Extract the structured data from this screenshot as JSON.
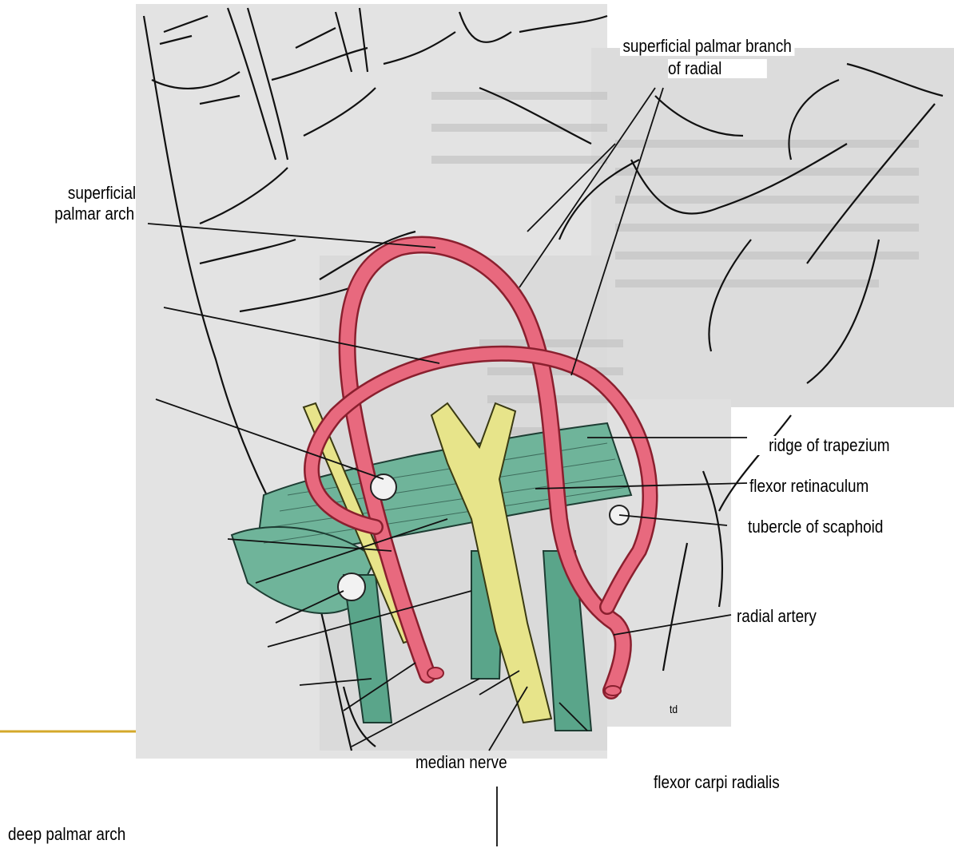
{
  "labels": {
    "superficial_palmar_branch": "superficial palmar branch",
    "of_radial": "of radial",
    "superficial_line1": "superficial",
    "superficial_line2": "palmar arch",
    "ridge_of_trapezium": "ridge of trapezium",
    "flexor_retinaculum": "flexor retinaculum",
    "tubercle_of_scaphoid": "tubercle of scaphoid",
    "radial_artery": "radial artery",
    "median_nerve": "median nerve",
    "flexor_carpi_radialis": "flexor carpi radialis",
    "deep_palmar_arch": "deep palmar arch",
    "artist_mark": "td"
  },
  "colors": {
    "artery": "#e8697e",
    "artery_outline": "#8a1f2e",
    "retinaculum": "#6fb49a",
    "tendon_green": "#5aa58a",
    "nerve_yellow": "#e7e48a",
    "paper": "#dedede",
    "accent_rule": "#d4a82a"
  }
}
